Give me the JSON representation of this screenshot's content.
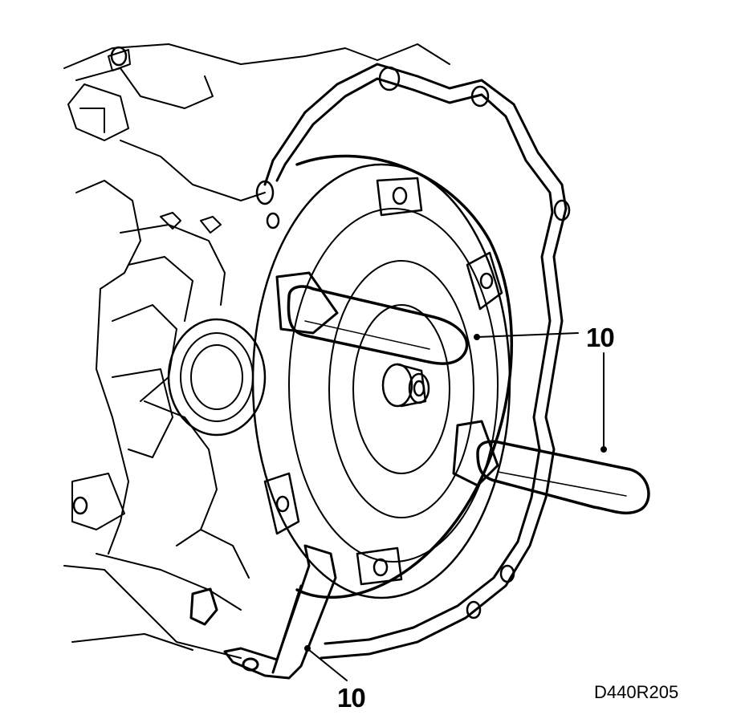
{
  "callouts": {
    "handle_tool": "10",
    "locking_tool": "10"
  },
  "figure_code": "D440R205",
  "colors": {
    "line": "#000000",
    "background": "#ffffff"
  }
}
